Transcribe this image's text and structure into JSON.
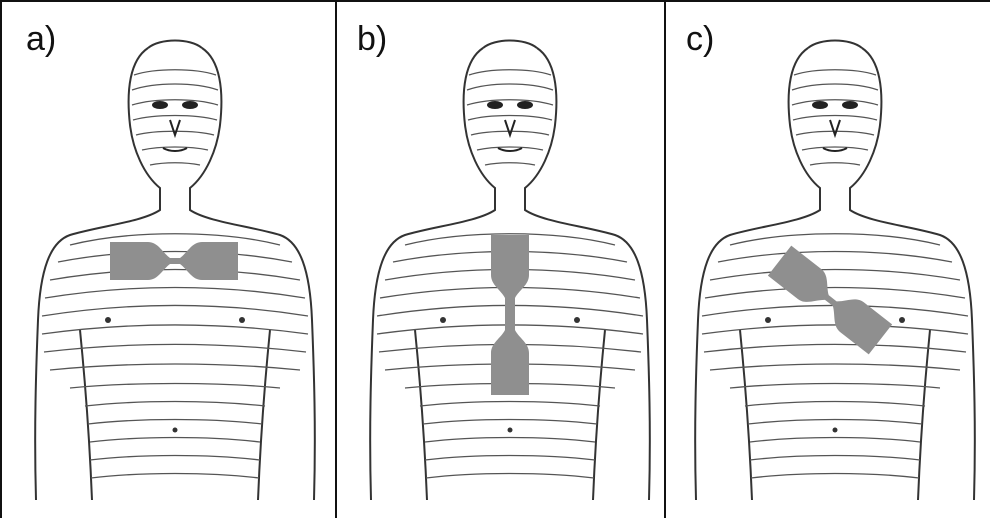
{
  "panels": [
    {
      "label": "a)",
      "specimen_orientation": "horizontal"
    },
    {
      "label": "b)",
      "specimen_orientation": "vertical"
    },
    {
      "label": "c)",
      "specimen_orientation": "diagonal"
    }
  ],
  "colors": {
    "specimen": "#8f8f8f",
    "line": "#3a3a3a",
    "border": "#111111"
  }
}
